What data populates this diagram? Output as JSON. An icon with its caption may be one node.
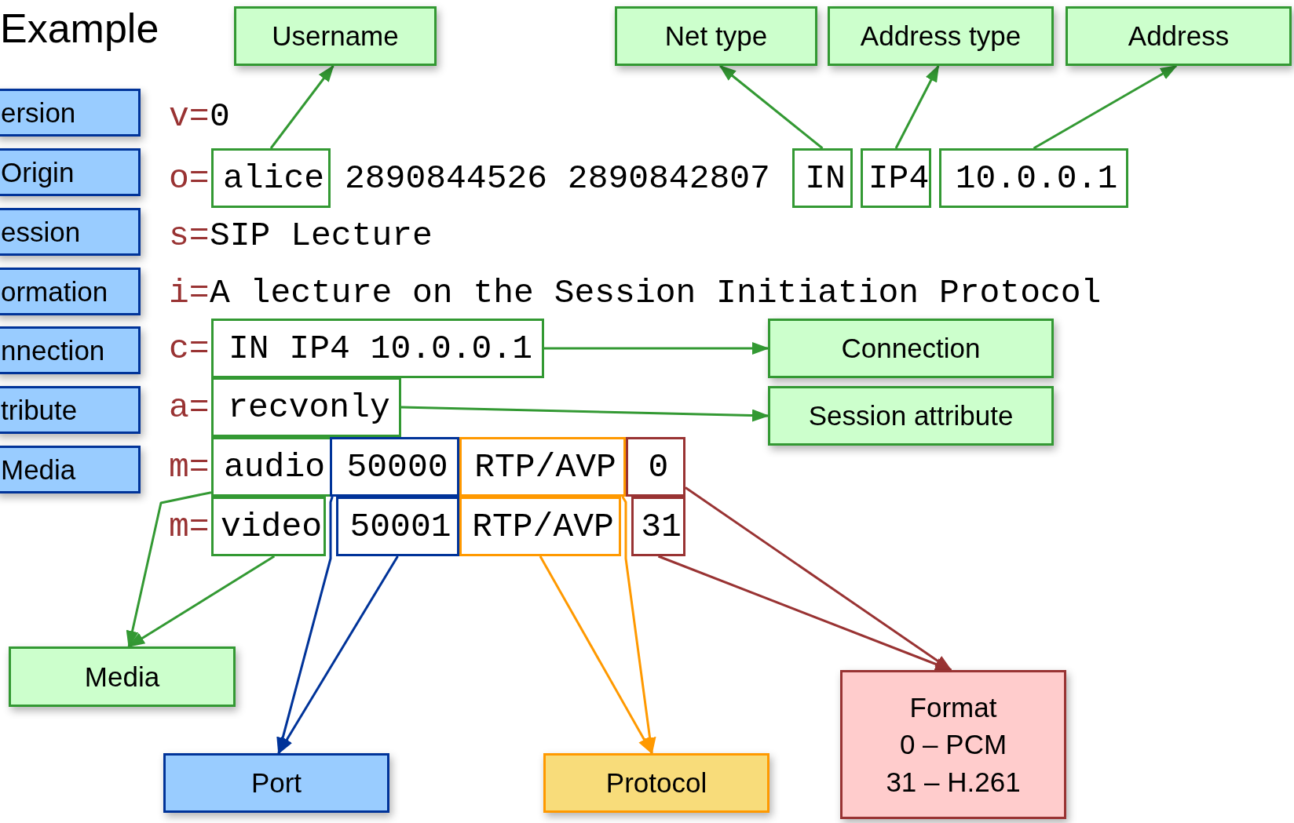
{
  "diagram": {
    "title": "Example",
    "nodes": [
      {
        "text": [
          "Username"
        ]
      },
      {
        "text": [
          "Net type"
        ]
      },
      {
        "text": [
          "Address type"
        ]
      },
      {
        "text": [
          "Address"
        ]
      },
      {
        "text": [
          "ersion"
        ]
      },
      {
        "text": [
          "Origin"
        ]
      },
      {
        "text": [
          "ession"
        ]
      },
      {
        "text": [
          "ormation"
        ]
      },
      {
        "text": [
          "nnection"
        ]
      },
      {
        "text": [
          "tribute"
        ]
      },
      {
        "text": [
          "Media"
        ]
      },
      {
        "text": [
          "alice"
        ]
      },
      {
        "text": [
          "IN"
        ]
      },
      {
        "text": [
          "IP4"
        ]
      },
      {
        "text": [
          "10.0.0.1"
        ]
      },
      {
        "text": [
          "IN IP4 10.0.0.1"
        ]
      },
      {
        "text": [
          "Connection"
        ]
      },
      {
        "text": [
          "recvonly"
        ]
      },
      {
        "text": [
          "Session attribute"
        ]
      },
      {
        "text": [
          "audio"
        ]
      },
      {
        "text": [
          "50000"
        ]
      },
      {
        "text": [
          "RTP/AVP"
        ]
      },
      {
        "text": [
          "0"
        ]
      },
      {
        "text": [
          "video"
        ]
      },
      {
        "text": [
          "50001"
        ]
      },
      {
        "text": [
          "RTP/AVP"
        ]
      },
      {
        "text": [
          "31"
        ]
      },
      {
        "text": [
          "Media"
        ]
      },
      {
        "text": [
          "Port"
        ]
      },
      {
        "text": [
          "Protocol"
        ]
      },
      {
        "text": [
          "Format",
          "0 – PCM",
          "31 – H.261"
        ]
      }
    ],
    "edges": [
      {
        "from": 11,
        "to": 0,
        "arrow": "to"
      },
      {
        "from": 12,
        "to": 1,
        "arrow": "to"
      },
      {
        "from": 13,
        "to": 2,
        "arrow": "to"
      },
      {
        "from": 14,
        "to": 3,
        "arrow": "to"
      },
      {
        "from": 15,
        "to": 16,
        "arrow": "to"
      },
      {
        "from": 17,
        "to": 18,
        "arrow": "to"
      },
      {
        "from": 19,
        "to": 27,
        "arrow": "to"
      },
      {
        "from": 23,
        "to": 27,
        "arrow": "to"
      },
      {
        "from": 20,
        "to": 28,
        "arrow": "to",
        "color": "#003399"
      },
      {
        "from": 24,
        "to": 28,
        "arrow": "to",
        "color": "#003399"
      },
      {
        "from": 21,
        "to": 29,
        "arrow": "to",
        "color": "#ff9900"
      },
      {
        "from": 25,
        "to": 29,
        "arrow": "to",
        "color": "#ff9900"
      },
      {
        "from": 22,
        "to": 30,
        "arrow": "to",
        "color": "#993333"
      },
      {
        "from": 26,
        "to": 30,
        "arrow": "to",
        "color": "#993333"
      }
    ],
    "labels": [
      "v=",
      "0",
      "o=",
      "2890844526 2890842807",
      "s=",
      "SIP Lecture",
      "i=",
      "A lecture on the Session Initiation Protocol",
      "c=",
      "a=",
      "m=",
      "m="
    ]
  }
}
